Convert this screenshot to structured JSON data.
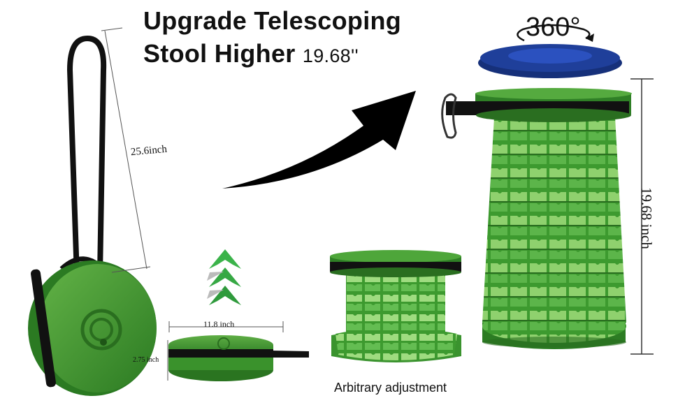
{
  "heading": {
    "line1": "Upgrade Telescoping",
    "line2": "Stool Higher",
    "height_value": "19.68''"
  },
  "dimensions": {
    "strap_length": "25.6inch",
    "folded_width": "11.8 inch",
    "folded_height": "2.75 inch",
    "extended_height": "19.68 inch"
  },
  "rotation_label": "360°",
  "caption": "Arbitrary adjustment",
  "colors": {
    "stool_green": "#3f9a2f",
    "stool_dark": "#2d7a24",
    "stool_light": "#8fd16e",
    "strap": "#111111",
    "seat_blue": "#1f3f9a",
    "arrow": "#000000",
    "up_arrow": "#3bb34a"
  }
}
